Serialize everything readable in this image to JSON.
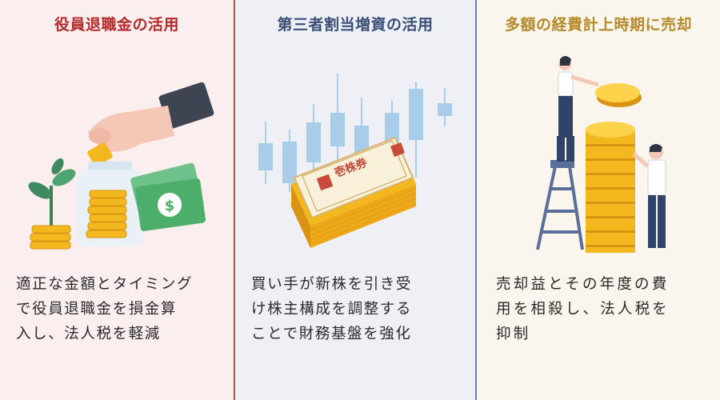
{
  "panels": [
    {
      "title": "役員退職金の活用",
      "lines": [
        "適正な金額とタイミング",
        "で役員退職金を損金算",
        "入し、法人税を軽減"
      ],
      "accent": "#b52a2a"
    },
    {
      "title": "第三者割当増資の活用",
      "lines": [
        "買い手が新株を引き受",
        "け株主構成を調整する",
        "ことで財務基盤を強化"
      ],
      "accent": "#3a4e78",
      "stamp": "壱株券"
    },
    {
      "title": "多額の経費計上時期に売却",
      "lines": [
        "売却益とその年度の費",
        "用を相殺し、法人税を",
        "抑制"
      ],
      "accent": "#b48a2a"
    }
  ],
  "colors": {
    "gold": "#f2b81e",
    "gold_dark": "#d89412",
    "dollar_green": "#4cae6a",
    "candle_blue": "#a8cde8"
  }
}
